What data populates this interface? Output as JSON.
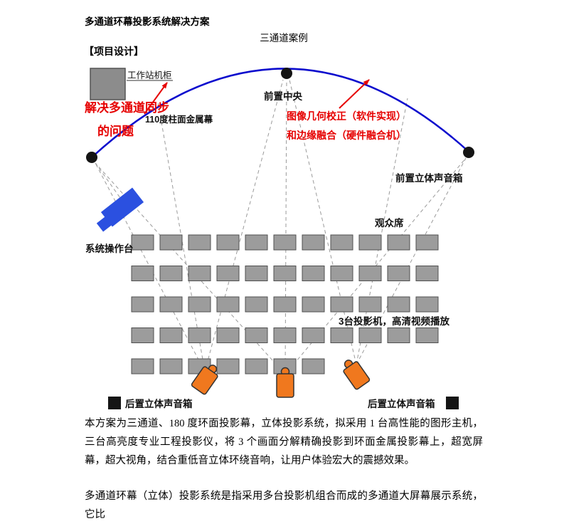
{
  "page": {
    "title": "多通道环幕投影系统解决方案",
    "subtitle": "三通道案例",
    "section_heading": "【项目设计】"
  },
  "diagram": {
    "labels": {
      "workstation_cabinet": "工作站机柜",
      "sync_note_line1": "解决多通道同步",
      "sync_note_line2": "的问题",
      "metal_screen": "110度柱面金属幕",
      "front_center": "前置中央",
      "correction_note_line1": "图像几何校正（软件实现）",
      "correction_note_line2": "和边缘融合（硬件融合机）",
      "front_speakers": "前置立体声音箱",
      "audience_seats": "观众席",
      "operator_console": "系统操作台",
      "projectors_note": "3台投影机，高清视频播放",
      "rear_speakers_left": "后置立体声音箱",
      "rear_speakers_right": "后置立体声音箱"
    },
    "seating": {
      "rows": [
        11,
        11,
        11,
        11,
        7
      ]
    },
    "colors": {
      "screen_arc": "#0a0acd",
      "annotation_red": "#e60000",
      "seat_gray": "#9c9c9c",
      "console_blue": "#2b50e0",
      "projector_orange": "#f0781e",
      "dot_black": "#141414"
    }
  },
  "body": {
    "paragraph1": "本方案为三通道、180 度环面投影幕，立体投影系统，拟采用 1 台高性能的图形主机，三台高亮度专业工程投影仪，将 3 个画面分解精确投影到环面金属投影幕上，超宽屏幕，超大视角，结合重低音立体环绕音响，让用户体验宏大的震撼效果。",
    "paragraph2": "多通道环幕（立体）投影系统是指采用多台投影机组合而成的多通道大屏幕展示系统，它比"
  }
}
